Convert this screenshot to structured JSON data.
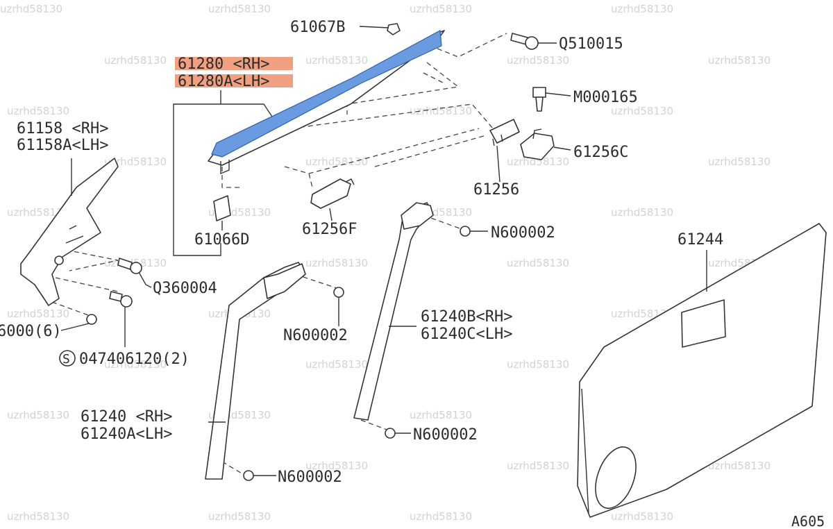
{
  "colors": {
    "highlight_part": "#6a9be0",
    "highlight_label": "#f0a080",
    "line": "#333333",
    "watermark": "#d2d2d2"
  },
  "watermark": "uzrhd58130",
  "labels": {
    "p61067B": "61067B",
    "q510015": "Q510015",
    "p61280_rh": "61280 <RH>",
    "p61280A_lh": "61280A<LH>",
    "m000165": "M000165",
    "p61158_rh": "61158 <RH>",
    "p61158A_lh": "61158A<LH>",
    "p61256C": "61256C",
    "p61256": "61256",
    "p61066D": "61066D",
    "p61256F": "61256F",
    "n600002_a": "N600002",
    "p61244": "61244",
    "q360004": "Q360004",
    "n600002_b": "N600002",
    "p61240B_rh": "61240B<RH>",
    "p61240C_lh": "61240C<LH>",
    "p_6000": "6000(6)",
    "s047406120": "047406120(2)",
    "s_symbol": "S",
    "p61240_rh": "61240 <RH>",
    "p61240A_lh": "61240A<LH>",
    "n600002_c": "N600002",
    "n600002_d": "N600002",
    "diagram_code": "A605"
  }
}
